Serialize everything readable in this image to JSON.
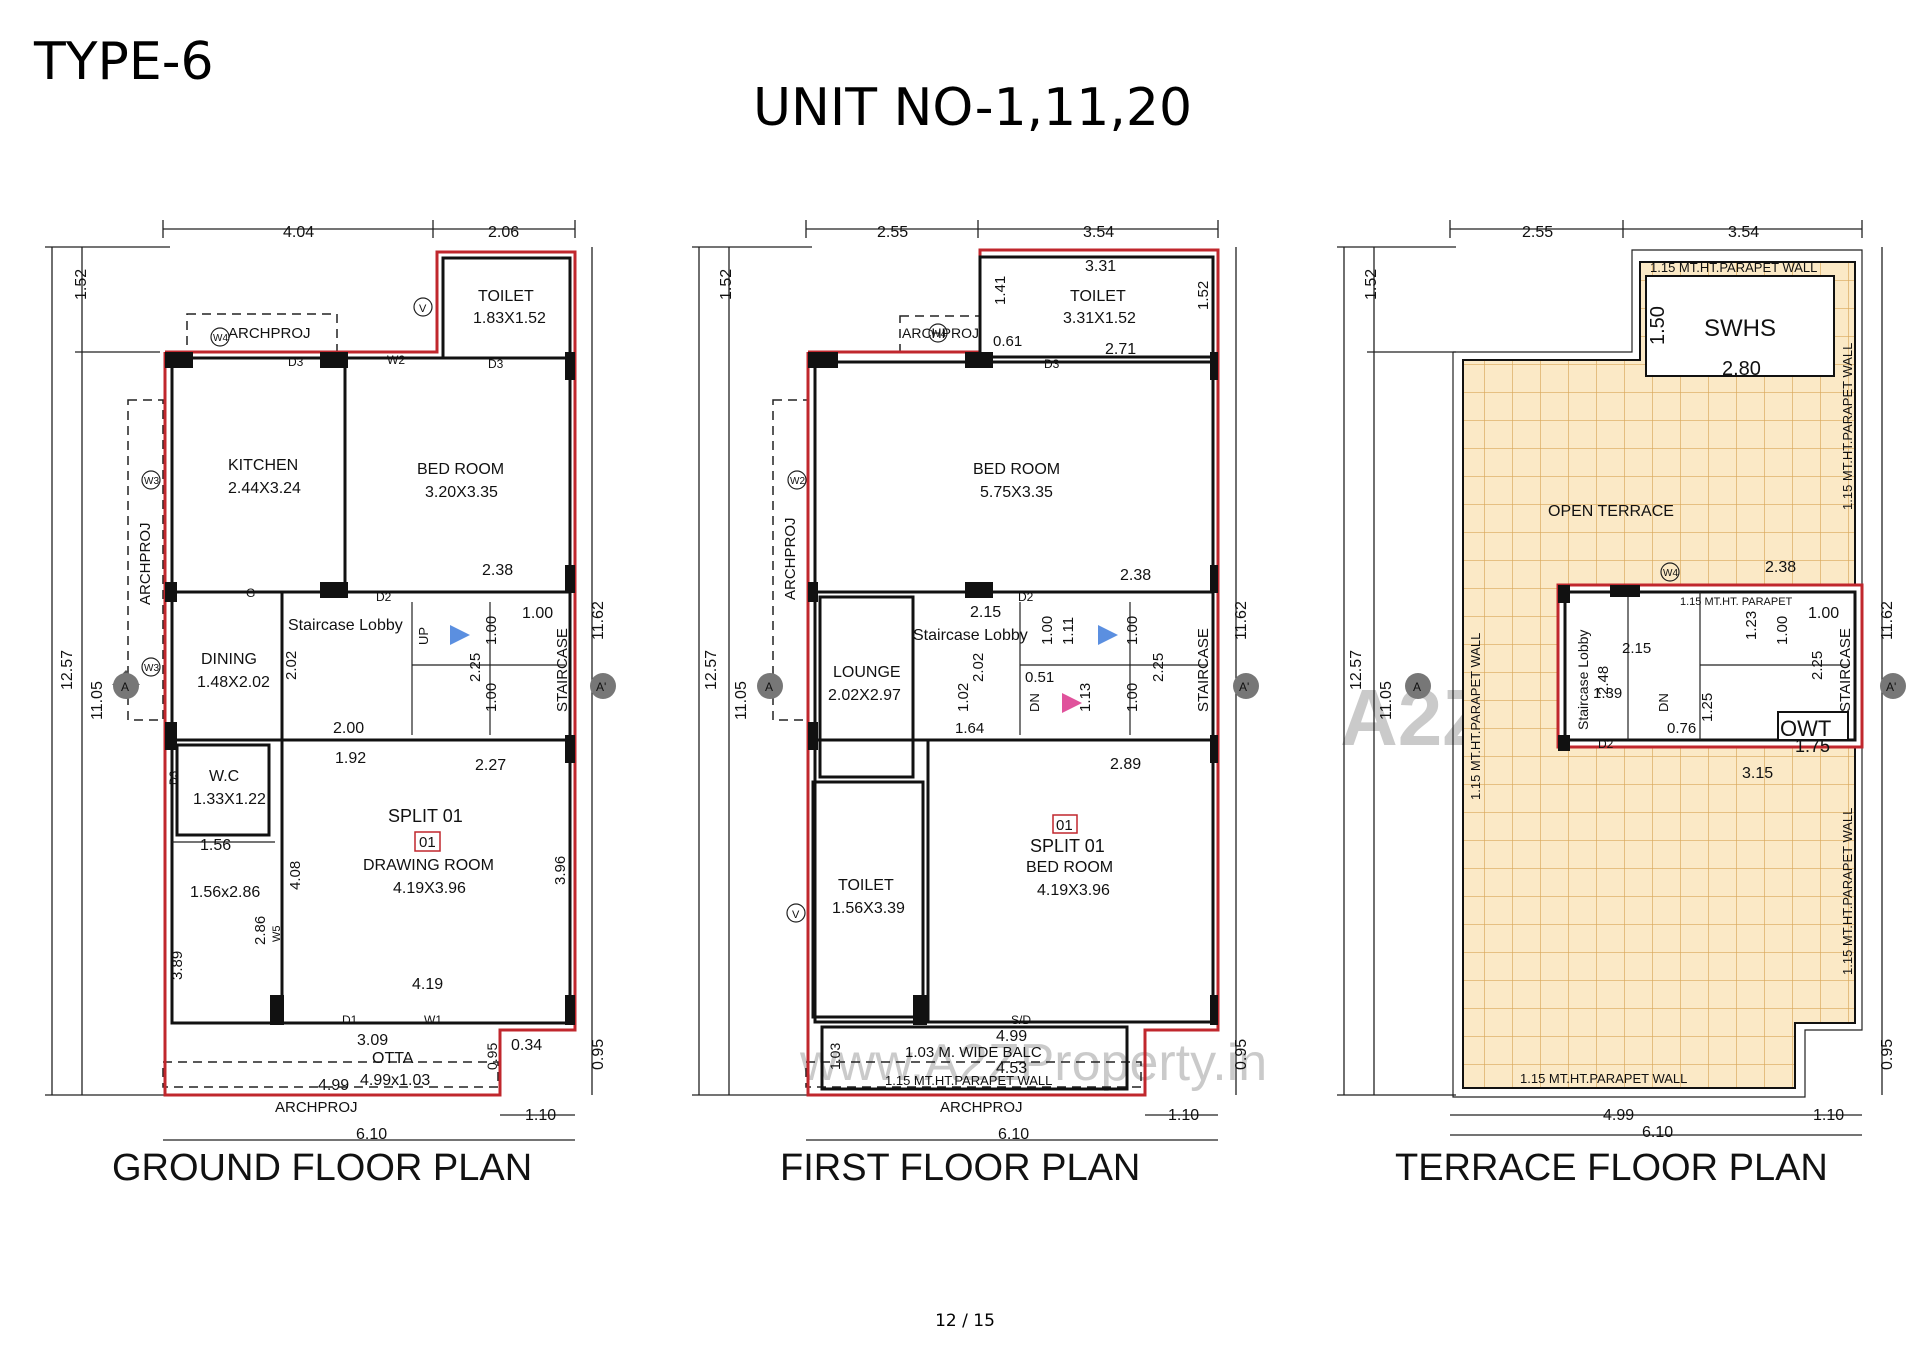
{
  "header": {
    "type": "TYPE-6",
    "unit": "UNIT NO-1,11,20"
  },
  "footer": {
    "page": "12 / 15"
  },
  "watermark": {
    "site": "www.A2ZProperty.in",
    "logo_text": "A2Z Property"
  },
  "plans": {
    "ground": {
      "title": "GROUND FLOOR PLAN",
      "rooms": {
        "toilet": "TOILET",
        "toilet_dim": "1.83X1.52",
        "kitchen": "KITCHEN",
        "kitchen_dim": "2.44X3.24",
        "bed": "BED ROOM",
        "bed_dim": "3.20X3.35",
        "dining": "DINING",
        "dining_dim": "1.48X2.02",
        "lobby": "Staircase Lobby",
        "wc": "W.C",
        "wc_dim": "1.33X1.22",
        "extra_dim": "1.56x2.86",
        "split": "SPLIT 01",
        "split_tag": "01",
        "drawing": "DRAWING ROOM",
        "drawing_dim": "4.19X3.96",
        "otta": "OTTA",
        "otta_dim": "4.99x1.03",
        "archproj": "ARCHPROJ",
        "staircase": "STAIRCASE",
        "up": "UP"
      },
      "dims": {
        "top_a": "4.04",
        "top_b": "2.06",
        "left_a": "1.52",
        "left_total": "12.57",
        "left_inner": "11.05",
        "right_total": "11.62",
        "right_low": "0.95",
        "lobby_w": "2.38",
        "stair_w": "1.00",
        "stair_h": "1.00",
        "stair_h2": "1.00",
        "lobby_h": "2.02",
        "stair_mid": "2.25",
        "lobby_bottom": "2.00",
        "drawing_w1": "1.92",
        "drawing_w2": "2.27",
        "wc_w": "1.56",
        "drawing_h": "4.08",
        "drawing_h2": "3.96",
        "small_h": "2.86",
        "left_h": "3.89",
        "drawing_bottom": "4.19",
        "otta_w": "3.09",
        "otta_h": "0.95",
        "otta_side": "0.34",
        "base_w": "4.99",
        "bottom_right": "1.10",
        "total_w": "6.10"
      },
      "tags": {
        "d1": "D1",
        "d2": "D2",
        "d3": "D3",
        "w1": "W1",
        "w2": "W2",
        "w3": "W3",
        "w4": "W4",
        "w5": "W5",
        "g": "G",
        "v": "V",
        "a": "A",
        "a2": "A'"
      }
    },
    "first": {
      "title": "FIRST FLOOR PLAN",
      "rooms": {
        "toilet": "TOILET",
        "toilet_dim": "3.31X1.52",
        "bed": "BED ROOM",
        "bed_dim": "5.75X3.35",
        "lobby": "Staircase Lobby",
        "lounge": "LOUNGE",
        "lounge_dim": "2.02X2.97",
        "toilet2": "TOILET",
        "toilet2_dim": "1.56X3.39",
        "split": "SPLIT 01",
        "split_tag": "01",
        "bed2": "BED ROOM",
        "bed2_dim": "4.19X3.96",
        "balc": "1.03 M. WIDE BALC",
        "parapet": "1.15 MT.HT.PARAPET WALL",
        "archproj": "ARCHPROJ",
        "staircase": "STAIRCASE",
        "dn": "DN"
      },
      "dims": {
        "top_a": "2.55",
        "top_b": "3.54",
        "toilet_w": "3.31",
        "toilet_h": "1.41",
        "toilet_side": "1.52",
        "gap": "0.61",
        "toilet_bottom": "2.71",
        "left_a": "1.52",
        "left_total": "12.57",
        "left_inner": "11.05",
        "right_total": "11.62",
        "right_low": "0.95",
        "lobby_w": "2.38",
        "lobby_in": "2.15",
        "s1": "1.00",
        "s2": "1.11",
        "s3": "1.00",
        "s4": "0.51",
        "s5": "2.02",
        "s6": "1.02",
        "s7": "1.13",
        "s8": "1.00",
        "s9": "2.25",
        "s10": "1.64",
        "bed2_w": "2.89",
        "balc_w": "4.99",
        "balc_in": "4.53",
        "balc_h": "1.03",
        "bottom_right": "1.10",
        "total_w": "6.10"
      },
      "tags": {
        "d2": "D2",
        "d3": "D3",
        "w2": "W2",
        "w4": "W4",
        "sd": "S/D",
        "v": "V",
        "a": "A",
        "a2": "A'"
      }
    },
    "terrace": {
      "title": "TERRACE FLOOR PLAN",
      "rooms": {
        "swhs": "SWHS",
        "open": "OPEN TERRACE",
        "lobby": "Staircase Lobby",
        "parapet_top": "1.15 MT.HT.PARAPET WALL",
        "parapet_bottom": "1.15 MT.HT.PARAPET WALL",
        "parapet_left": "1.15 MT.HT.PARAPET WALL",
        "parapet_r1": "1.15 MT.HT.PARAPET WALL",
        "parapet_r2": "1.15 MT.HT.PARAPET WALL",
        "parapet_small": "1.15 MT.HT. PARAPET",
        "owt": "OWT",
        "staircase": "STAIRCASE",
        "dn": "DN"
      },
      "dims": {
        "top_a": "2.55",
        "top_b": "3.54",
        "swhs_h": "1.50",
        "swhs_w": "2.80",
        "left_a": "1.52",
        "left_total": "12.57",
        "left_inner": "11.05",
        "right_total": "11.62",
        "right_low": "0.95",
        "lobby_w": "2.38",
        "s1": "1.00",
        "s2": "1.23",
        "s3": "1.00",
        "s4": "2.15",
        "s5": "2.48",
        "s6": "1.39",
        "s7": "1.25",
        "s8": "0.76",
        "s9": "2.25",
        "owt_w": "1.75",
        "lobby_bottom": "3.15",
        "base_w": "4.99",
        "bottom_right": "1.10",
        "total_w": "6.10"
      },
      "tags": {
        "d2": "D2",
        "w4": "W4",
        "a": "A",
        "a2": "A'"
      }
    }
  }
}
